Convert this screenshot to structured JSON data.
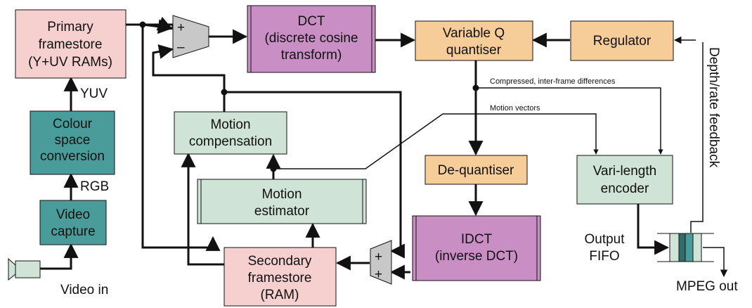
{
  "colors": {
    "pink": "#f5d0cf",
    "teal": "#4a9c9b",
    "mint": "#cfe3d6",
    "violet": "#c98fc4",
    "tan": "#f6cc98",
    "grey": "#c8c8c8",
    "line": "#111111"
  },
  "boxes": {
    "primary_framestore": [
      "Primary",
      "framestore",
      "(Y+UV RAMs)"
    ],
    "colour_space": [
      "Colour",
      "space",
      "conversion"
    ],
    "video_capture": [
      "Video",
      "capture"
    ],
    "dct": [
      "DCT",
      "(discrete cosine",
      "transform)"
    ],
    "variable_q": [
      "Variable Q",
      "quantiser"
    ],
    "regulator": [
      "Regulator"
    ],
    "motion_compensation": [
      "Motion",
      "compensation"
    ],
    "motion_estimator": [
      "Motion",
      "estimator"
    ],
    "dequantiser": [
      "De-quantiser"
    ],
    "vari_length": [
      "Vari-length",
      "encoder"
    ],
    "idct": [
      "IDCT",
      "(inverse DCT)"
    ],
    "secondary_framestore": [
      "Secondary",
      "framestore",
      "(RAM)"
    ]
  },
  "labels": {
    "yuv": "YUV",
    "rgb": "RGB",
    "video_in": "Video in",
    "compressed": "Compressed, inter-frame differences",
    "motion_vectors": "Motion vectors",
    "depth_rate": "Depth/rate feedback",
    "output_fifo": [
      "Output",
      "FIFO"
    ],
    "mpeg_out": "MPEG out",
    "plus": "+",
    "minus": "–"
  }
}
